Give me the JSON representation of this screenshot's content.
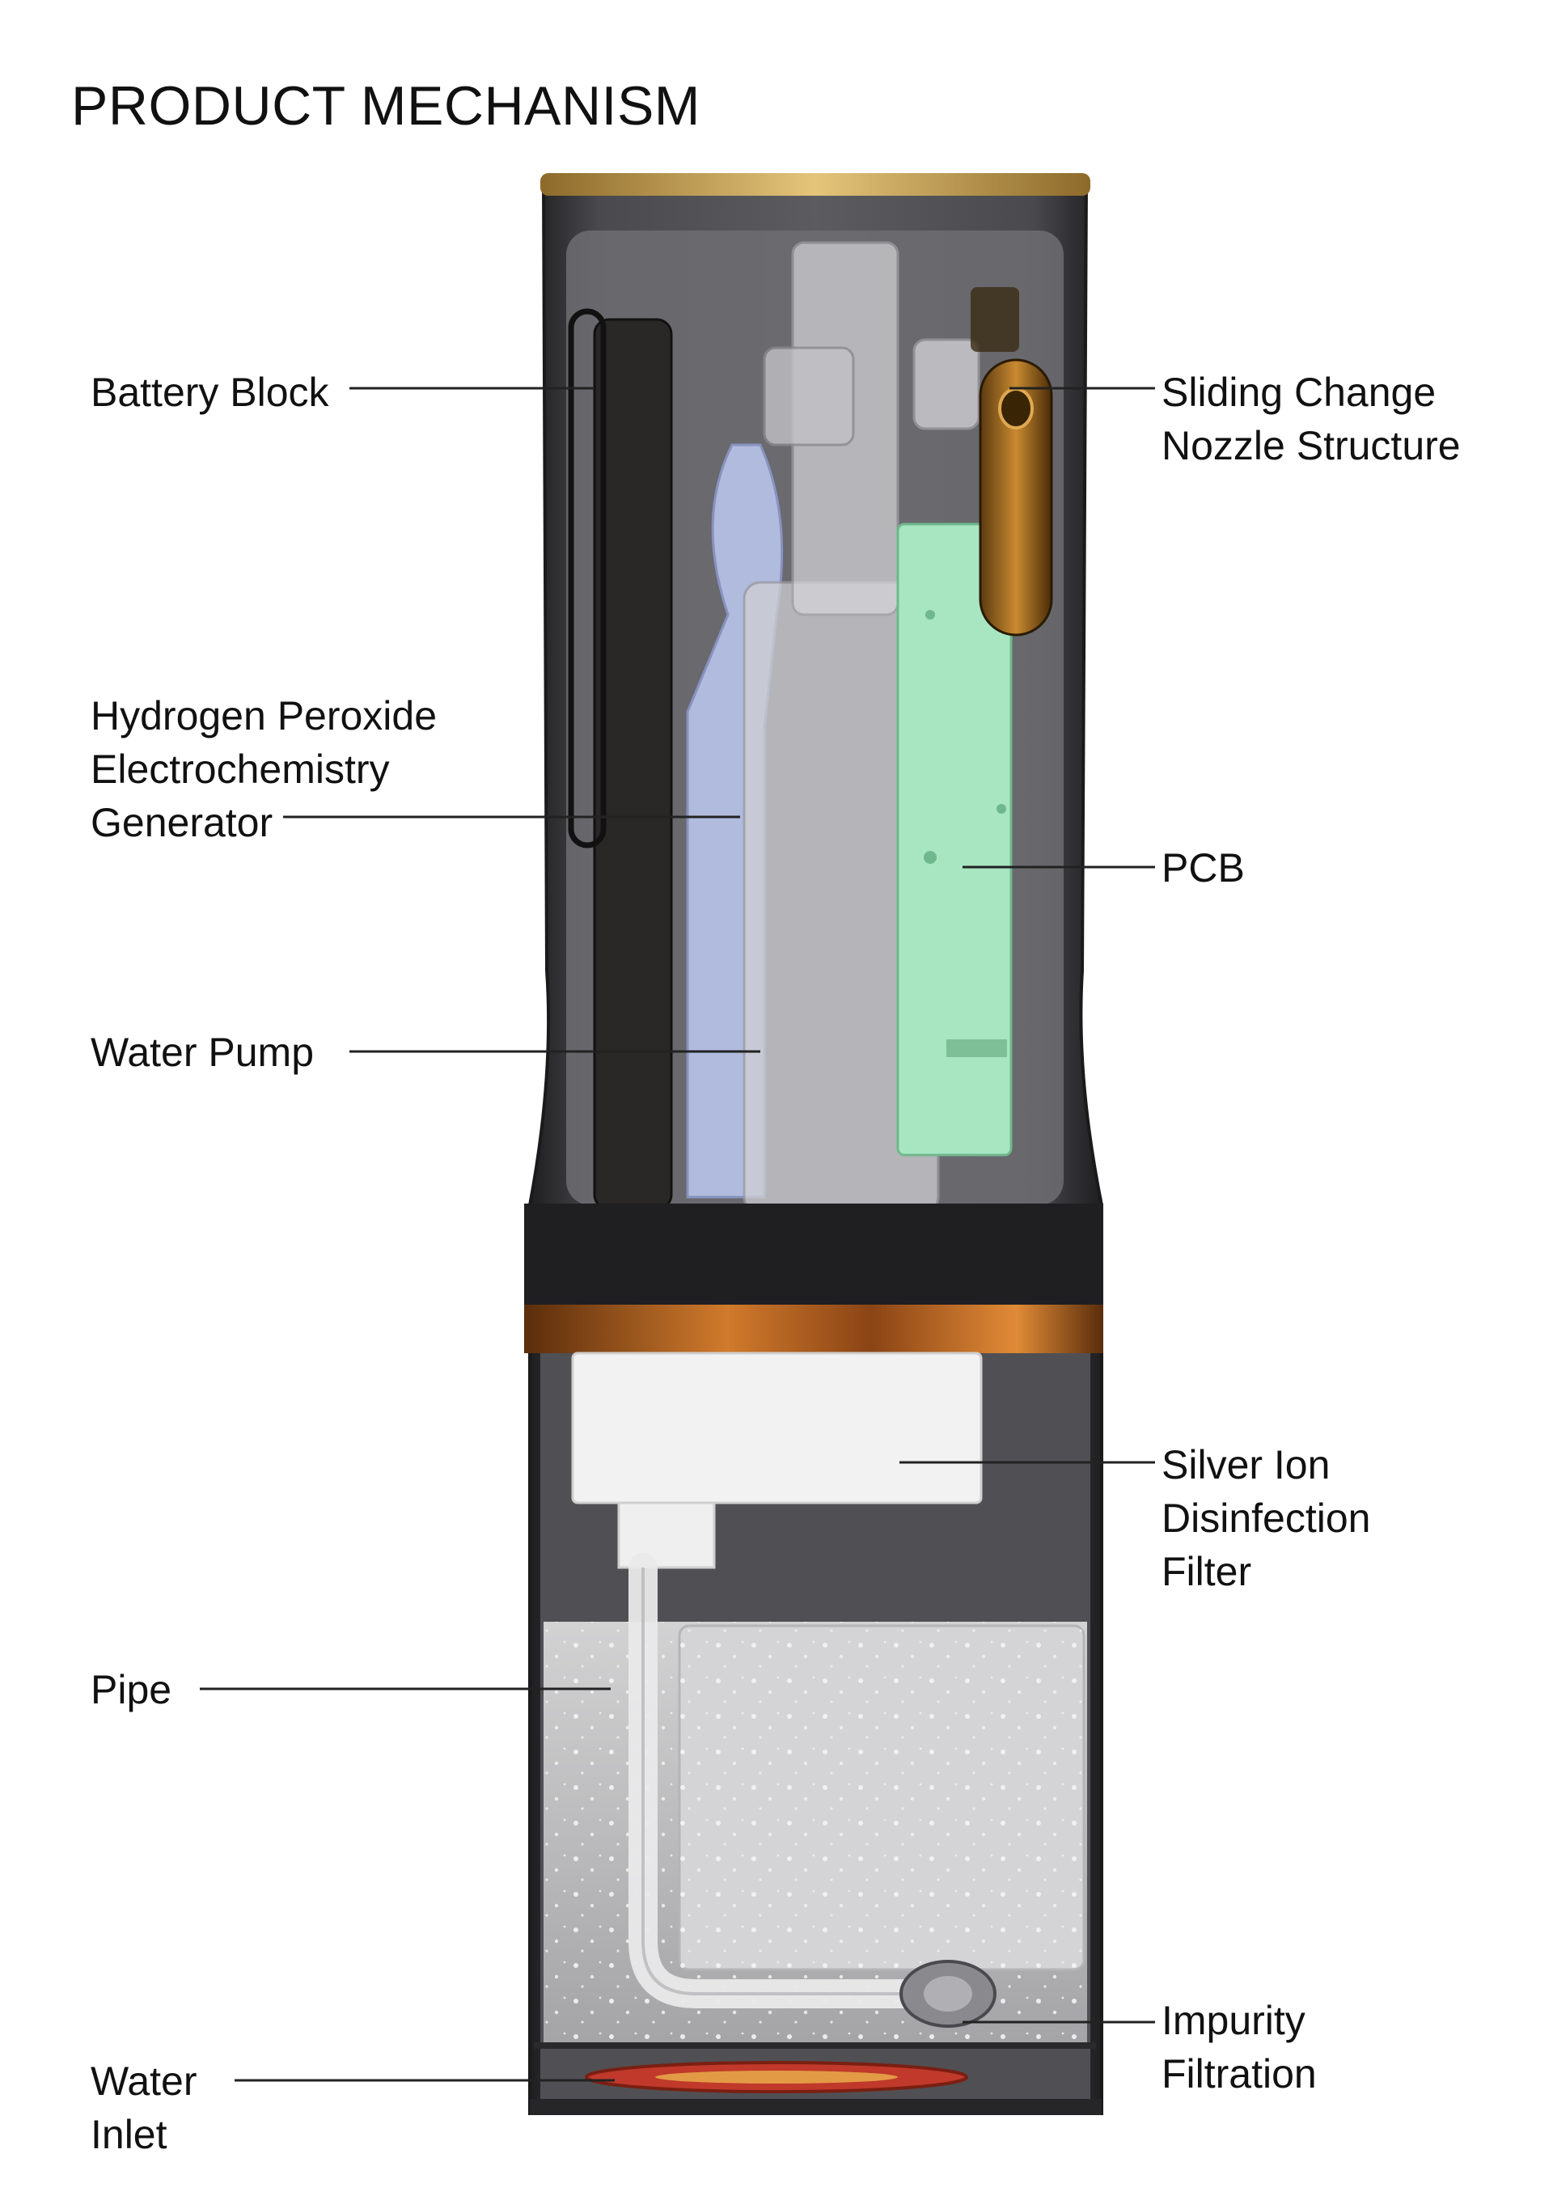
{
  "page": {
    "title": "PRODUCT MECHANISM"
  },
  "labels": {
    "battery_block": {
      "lines": [
        "Battery Block"
      ]
    },
    "sliding_nozzle": {
      "lines": [
        "Sliding Change",
        "Nozzle Structure"
      ]
    },
    "h2o2_generator": {
      "lines": [
        "Hydrogen Peroxide",
        "Electrochemistry",
        "Generator"
      ]
    },
    "pcb": {
      "lines": [
        "PCB"
      ]
    },
    "water_pump": {
      "lines": [
        "Water Pump"
      ]
    },
    "silver_ion_filter": {
      "lines": [
        "Silver Ion",
        "Disinfection",
        "Filter"
      ]
    },
    "pipe": {
      "lines": [
        "Pipe"
      ]
    },
    "impurity_filtration": {
      "lines": [
        "Impurity",
        "Filtration"
      ]
    },
    "water_inlet": {
      "lines": [
        "Water",
        "Inlet"
      ]
    }
  },
  "colors": {
    "shell": "#3a3a3c",
    "metal_band": "#b5651d",
    "gold_cap": "#c9a24a",
    "pcb_green": "#a8e6c2",
    "generator_blue": "#b8c4ea",
    "inlet_red": "#c0392b"
  }
}
